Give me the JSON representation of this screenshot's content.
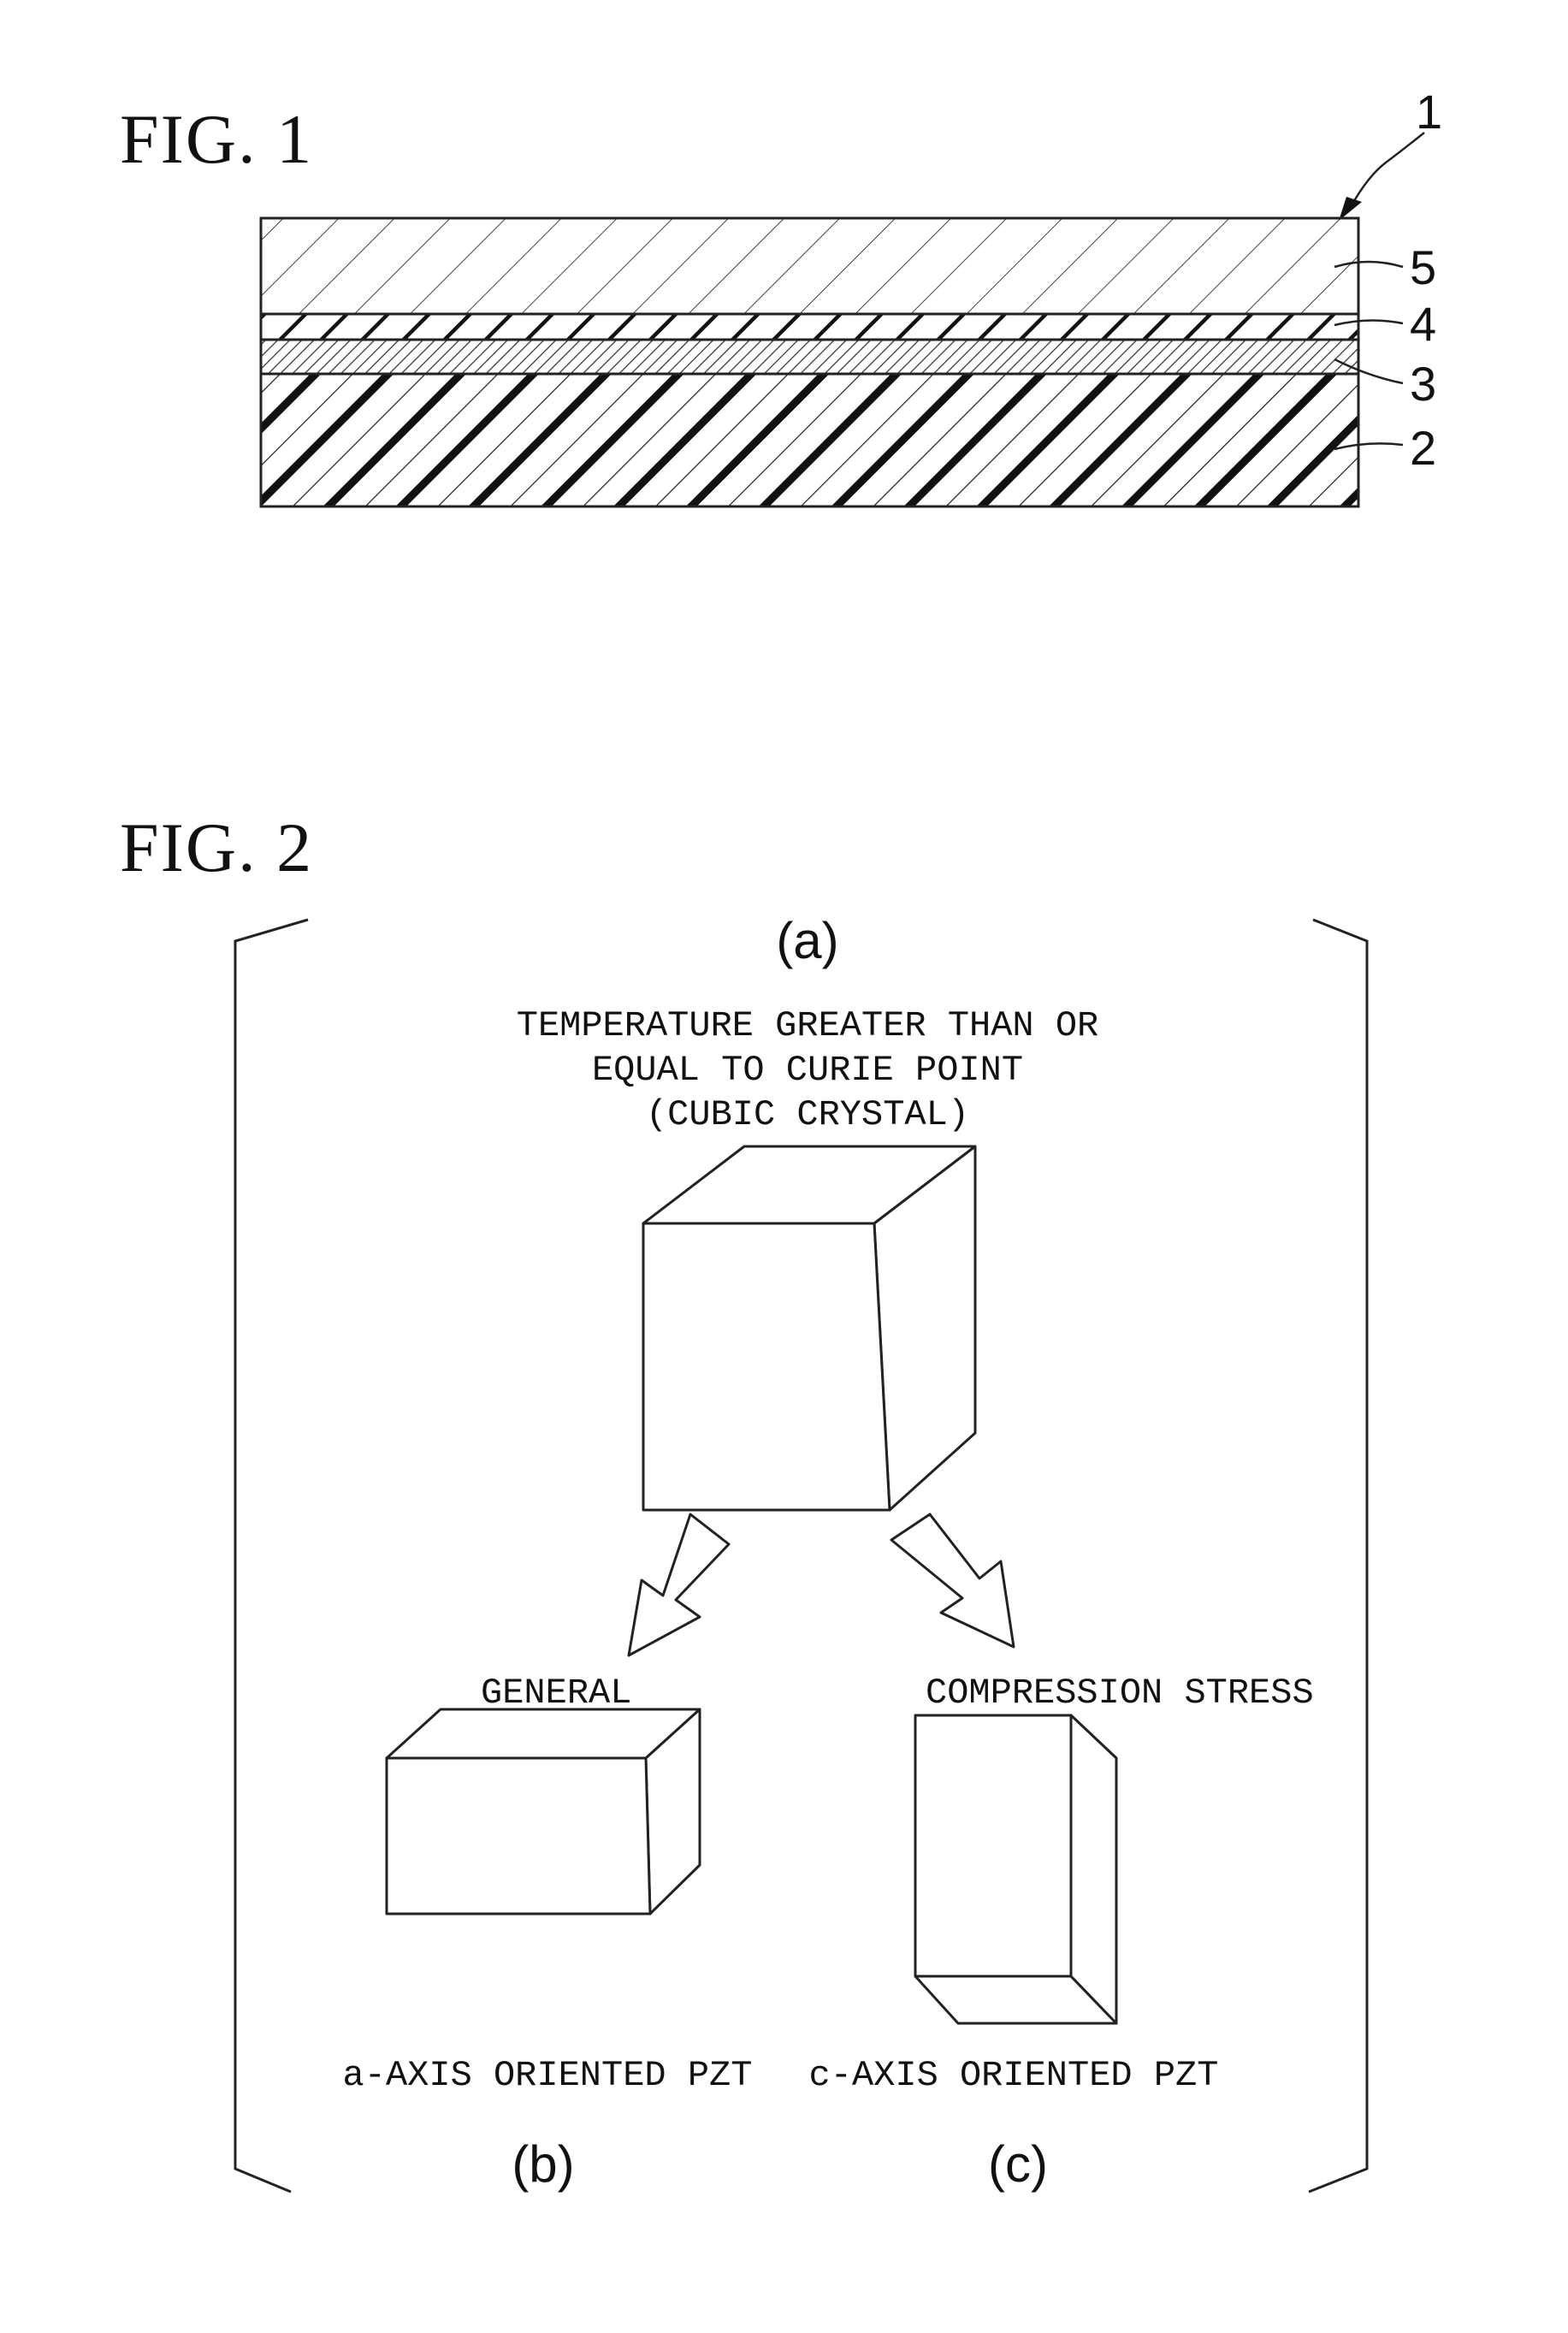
{
  "fig1": {
    "title": "FIG. 1",
    "device_ref": "1",
    "layers": [
      {
        "ref": "5"
      },
      {
        "ref": "4"
      },
      {
        "ref": "3"
      },
      {
        "ref": "2"
      }
    ]
  },
  "fig2": {
    "title": "FIG. 2",
    "panel_a": {
      "marker": "(a)",
      "caption_lines": [
        "TEMPERATURE GREATER THAN OR",
        "EQUAL TO CURIE POINT",
        "(CUBIC CRYSTAL)"
      ]
    },
    "panel_b": {
      "marker": "(b)",
      "condition": "GENERAL",
      "result": "a-AXIS ORIENTED PZT"
    },
    "panel_c": {
      "marker": "(c)",
      "condition": "COMPRESSION STRESS",
      "result": "c-AXIS ORIENTED PZT"
    }
  }
}
